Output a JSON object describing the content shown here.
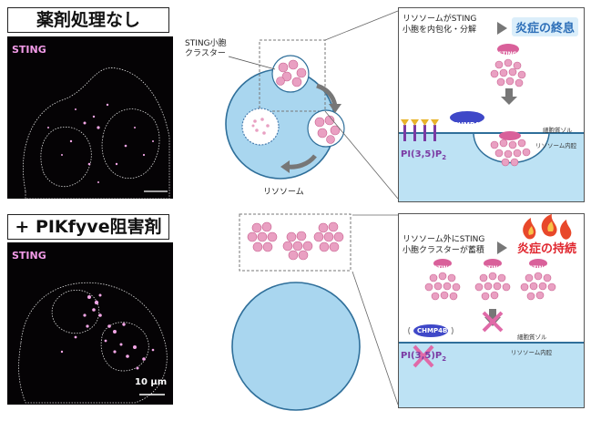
{
  "top": {
    "title": "薬剤処理なし",
    "micro_label": "STING",
    "cluster_label_line1": "STING小胞",
    "cluster_label_line2": "クラスター",
    "lysosome_label": "リソソーム",
    "panel_text_line1": "リソソームがSTING",
    "panel_text_line2": "小胞を内包化・分解",
    "outcome": "炎症の終息",
    "sting_tag": "STING",
    "chmp4b": "CHMP4B",
    "cytosol": "細胞質ゾル",
    "lumen": "リソソーム内腔",
    "pi35p2": "PI(3,5)P",
    "pi_sub": "2"
  },
  "bottom": {
    "title": "+ PIKfyve阻害剤",
    "micro_label": "STING",
    "scale_label": "10 μm",
    "panel_text_line1": "リソソーム外にSTING",
    "panel_text_line2": "小胞クラスターが蓄積",
    "outcome": "炎症の持続",
    "sting_tags": [
      "STING",
      "STING",
      "STING"
    ],
    "chmp4b": "CHMP4B",
    "cytosol": "細胞質ゾル",
    "lumen": "リソソーム内腔",
    "pi35p2": "PI(3,5)P",
    "pi_sub": "2"
  },
  "colors": {
    "lysosome": "#a9d6ef",
    "lysosome_stroke": "#2f6f9a",
    "vesicle": "#e9a0c2",
    "vesicle_core": "#f8dbe8",
    "chmp4b": "#3f48c8",
    "pi": "#7a3aa3",
    "flame": "#e8482a",
    "outcome_red": "#e0262e",
    "outcome_blue": "#2d6fb8"
  }
}
